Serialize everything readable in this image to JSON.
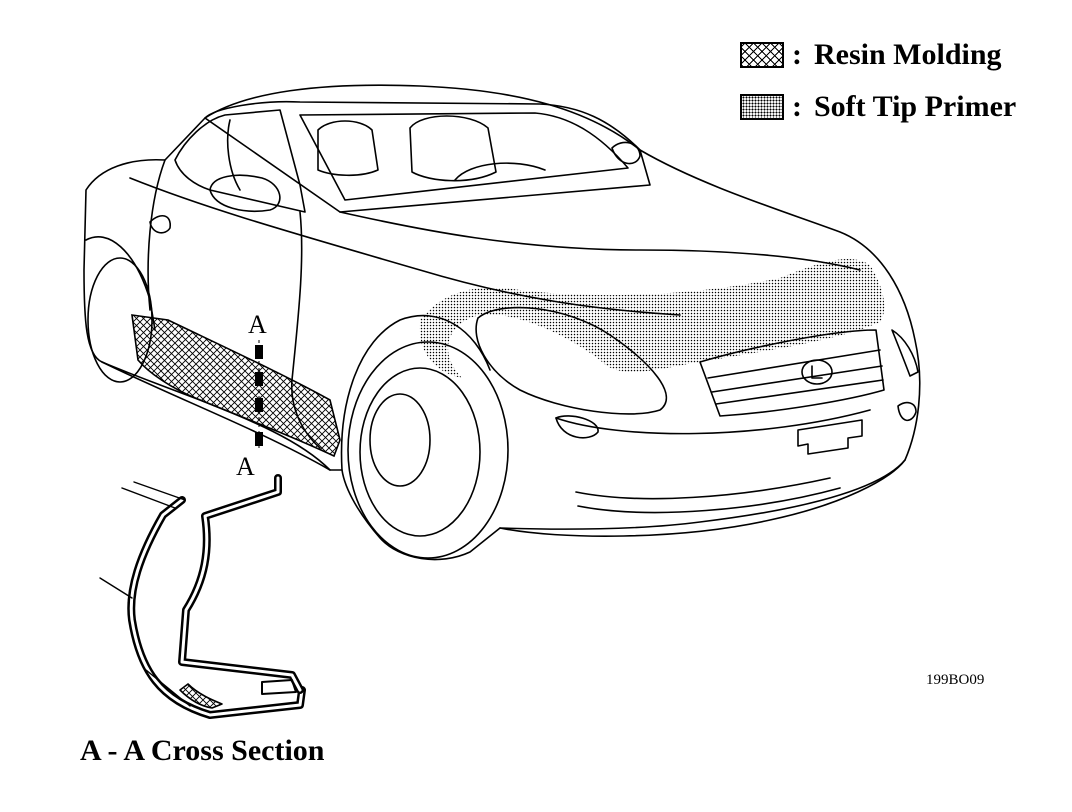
{
  "legend": {
    "resin": {
      "symbol": "resin-molding-hatch",
      "colon": ":",
      "label": "Resin Molding"
    },
    "primer": {
      "symbol": "soft-tip-primer-stipple",
      "colon": ":",
      "label": "Soft Tip Primer"
    }
  },
  "section_marker": {
    "top_letter": "A",
    "bottom_letter": "A"
  },
  "figure_code": "199BO09",
  "cross_section_caption": "A - A Cross Section",
  "colors": {
    "line": "#000000",
    "background": "#ffffff"
  }
}
